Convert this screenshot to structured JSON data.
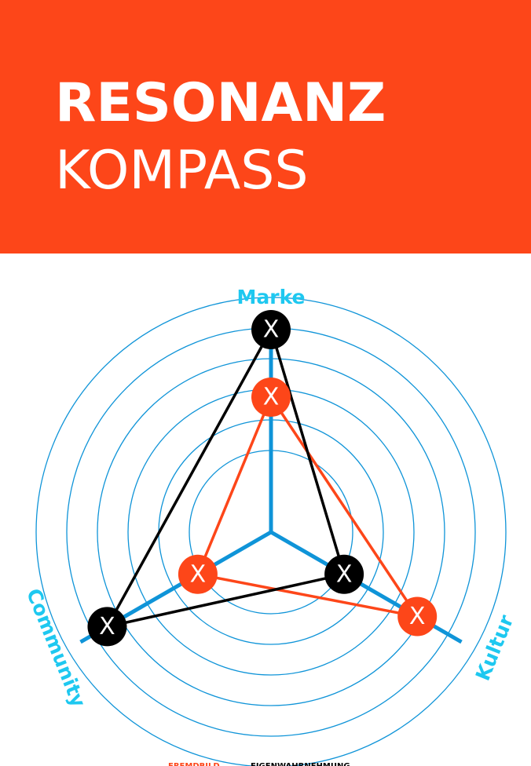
{
  "header": {
    "title_line1": "RESONANZ",
    "title_line2": "KOMPASS"
  },
  "colors": {
    "brand": "#fd4619",
    "axis": "#0f94d8",
    "axis_label": "#1ec8f0",
    "self_image": "#000000",
    "external_image": "#fd4619"
  },
  "chart_data": {
    "type": "radar",
    "axes": [
      "Marke",
      "Kultur",
      "Community"
    ],
    "rings": 5,
    "series": [
      {
        "name": "FREMDBILD",
        "marker": "X",
        "values": [
          4,
          5,
          2.5
        ]
      },
      {
        "name": "EIGENWAHRNEHMUNG",
        "marker": "X",
        "values": [
          6,
          2.5,
          5.6
        ]
      }
    ]
  },
  "legend": {
    "items": [
      "FREMDBILD",
      "EIGENWAHRNEHMUNG"
    ]
  }
}
